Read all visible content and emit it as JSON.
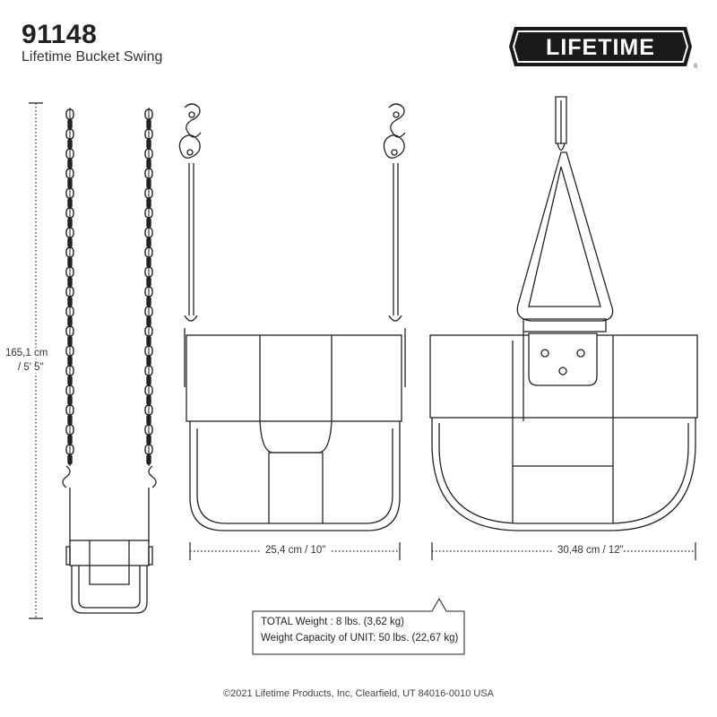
{
  "header": {
    "model_number": "91148",
    "product_name": "Lifetime Bucket Swing"
  },
  "logo": {
    "text": "LIFETIME",
    "trademark": "®"
  },
  "dimensions": {
    "height": "165,1 cm",
    "height_imperial": "/ 5' 5\"",
    "front_width": "25,4 cm / 10\"",
    "side_width": "30,48 cm / 12\""
  },
  "specs": {
    "total_weight": "TOTAL Weight : 8 lbs. (3,62 kg)",
    "weight_capacity": "Weight Capacity of UNIT: 50 lbs. (22,67 kg)"
  },
  "footer": {
    "copyright": "©2021 Lifetime Products, Inc, Clearfield, UT 84016-0010 USA"
  },
  "colors": {
    "line": "#222222",
    "logo_bg": "#1a1a1a",
    "logo_text": "#ffffff"
  }
}
